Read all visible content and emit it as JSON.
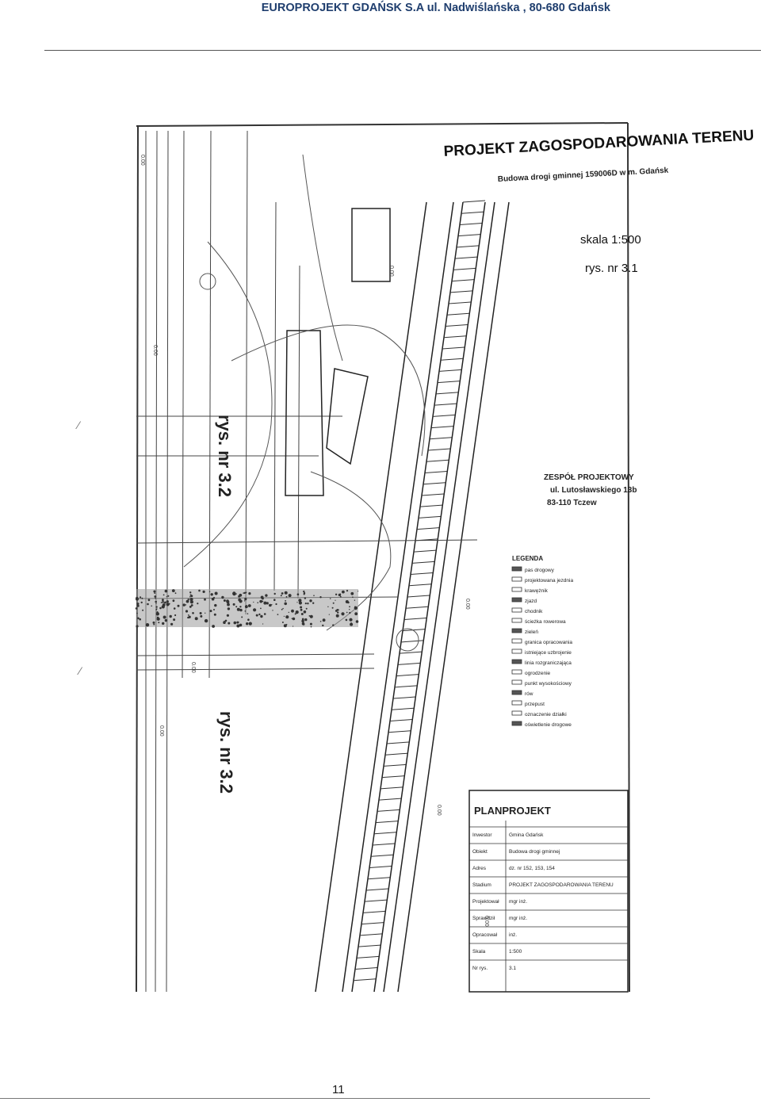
{
  "header": {
    "company": "EUROPROJEKT GDAŃSK S.A ul. Nadwiślańska , 80-680 Gdańsk"
  },
  "drawing": {
    "title": "PROJEKT ZAGOSPODAROWANIA TERENU",
    "subtitle": "Budowa drogi gminnej 159006D w m. Gdańsk",
    "scale": "skala 1:500",
    "sheet": "rys. nr 3.1",
    "stamp_lines": [
      "ZESPÓŁ PROJEKTOWY",
      "ul. Lutosławskiego 13b",
      "83-110 Tczew"
    ],
    "rotated_label_a": "rys. nr 3.2",
    "rotated_label_b": "rys. nr 3.2",
    "legend": {
      "title": "LEGENDA",
      "items": [
        "pas drogowy",
        "projektowana jezdnia",
        "krawężnik",
        "zjazd",
        "chodnik",
        "ścieżka rowerowa",
        "zieleń",
        "granica opracowania",
        "istniejące uzbrojenie",
        "linia rozgraniczająca",
        "ogrodzenie",
        "punkt wysokościowy",
        "rów",
        "przepust",
        "oznaczenie działki",
        "oświetlenie drogowe"
      ]
    },
    "title_block": {
      "company": "PLANPROJEKT",
      "rows": [
        {
          "label": "Inwestor",
          "value": "Gmina Gdańsk"
        },
        {
          "label": "Obiekt",
          "value": "Budowa drogi gminnej"
        },
        {
          "label": "Adres",
          "value": "dz. nr 152, 153, 154"
        },
        {
          "label": "Stadium",
          "value": "PROJEKT ZAGOSPODAROWANIA TERENU"
        },
        {
          "label": "Projektował",
          "value": "mgr inż."
        },
        {
          "label": "Sprawdził",
          "value": "mgr inż."
        },
        {
          "label": "Opracował",
          "value": "inż."
        },
        {
          "label": "Skala",
          "value": "1:500"
        },
        {
          "label": "Nr rys.",
          "value": "3.1"
        }
      ]
    }
  },
  "footer": {
    "page_number": "11"
  }
}
